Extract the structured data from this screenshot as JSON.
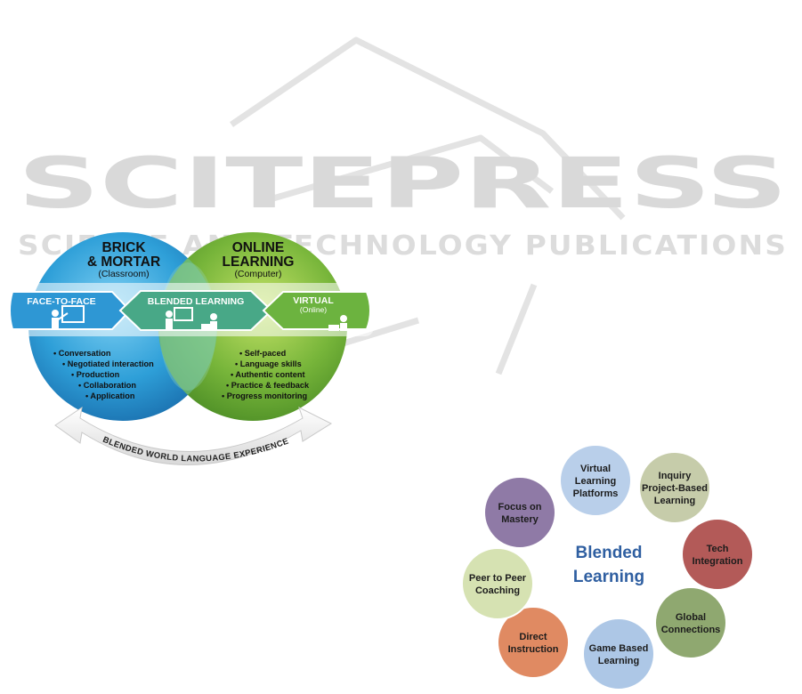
{
  "watermark": {
    "main": "SCITEPRESS",
    "sub": "SCIENCE AND TECHNOLOGY PUBLICATIONS"
  },
  "blended_diagram": {
    "left_globe": {
      "title1": "BRICK",
      "title2": "& MORTAR",
      "subtitle": "(Classroom)"
    },
    "right_globe": {
      "title1": "ONLINE",
      "title2": "LEARNING",
      "subtitle": "(Computer)"
    },
    "arrows": {
      "face_to_face": "FACE-TO-FACE",
      "blended": "BLENDED LEARNING",
      "virtual": "VIRTUAL",
      "virtual_sub": "(Online)"
    },
    "left_bullets": [
      "• Conversation",
      "• Negotiated interaction",
      "• Production",
      "• Collaboration",
      "• Application"
    ],
    "right_bullets": [
      "• Self-paced",
      "• Language skills",
      "• Authentic content",
      "• Practice & feedback",
      "• Progress monitoring"
    ],
    "arc_label": "BLENDED WORLD LANGUAGE EXPERIENCE"
  },
  "circle_diagram": {
    "center_title1": "Blended",
    "center_title2": "Learning",
    "nodes": [
      {
        "lines": [
          "Virtual",
          "Learning",
          "Platforms"
        ],
        "color": "#b9cfea"
      },
      {
        "lines": [
          "Inquiry",
          "Project-Based",
          "Learning"
        ],
        "color": "#c6ccaa"
      },
      {
        "lines": [
          "Tech",
          "Integration"
        ],
        "color": "#b35a58"
      },
      {
        "lines": [
          "Global",
          "Connections"
        ],
        "color": "#8fa870"
      },
      {
        "lines": [
          "Game Based",
          "Learning"
        ],
        "color": "#adc7e6"
      },
      {
        "lines": [
          "Direct",
          "Instruction"
        ],
        "color": "#e08a62"
      },
      {
        "lines": [
          "Peer to Peer",
          "Coaching"
        ],
        "color": "#d6e2b2"
      },
      {
        "lines": [
          "Focus on",
          "Mastery"
        ],
        "color": "#8f7aa6"
      }
    ]
  }
}
